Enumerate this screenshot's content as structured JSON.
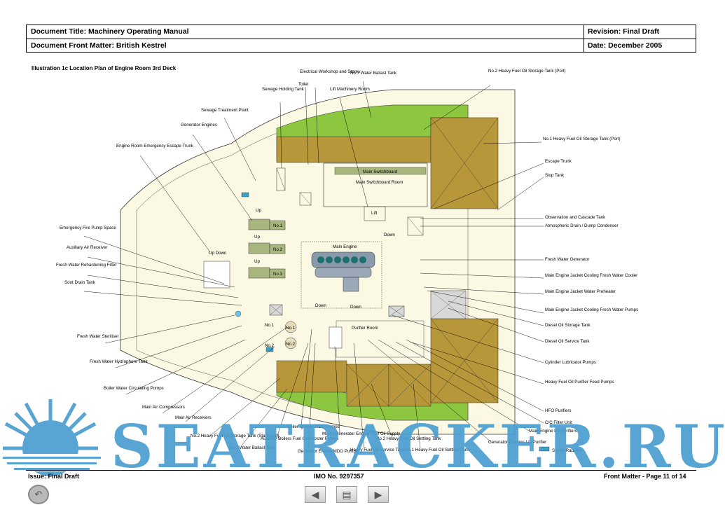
{
  "header": {
    "document_title": "Document Title: Machinery Operating Manual",
    "front_matter": "Document Front Matter: British Kestrel",
    "revision": "Revision: Final Draft",
    "date": "Date: December 2005"
  },
  "illustration_title": "Illustration 1c Location Plan of Engine Room 3rd Deck",
  "plan": {
    "inner_labels": {
      "main_switchboard": "Main Switchboard",
      "main_switchboard_room": "Main Switchboard Room",
      "main_engine": "Main Engine",
      "purifier_room": "Purifier Room",
      "lift": "Lift",
      "gen1": "No.1",
      "gen2": "No.2",
      "gen3": "No.3",
      "no1": "No.1",
      "no2": "No.2",
      "no1_air": "No.1",
      "no2_air": "No.2",
      "up": "Up",
      "down": "Down",
      "up_down": "Up Down"
    },
    "callouts": [
      "Electrical Workshop and Stores",
      "No.7 Water Ballast Tank",
      "No.2 Heavy Fuel Oil Storage Tank (Port)",
      "Toilet",
      "Sewage Holding Tank",
      "Lift Machinery Room",
      "Sewage Treatment Plant",
      "Generator Engines",
      "Engine Room Emergency Escape Trunk",
      "No.1 Heavy Fuel Oil Storage Tank (Port)",
      "Escape Trunk",
      "Slop Tank",
      "Observation and Cascade Tank",
      "Atmospheric Drain / Dump Condenser",
      "Emergency Fire Pump Space",
      "Auxiliary Air Receiver",
      "Fresh Water Rehardening Filter",
      "Soot Drain Tank",
      "Fresh Water Generator",
      "Main Engine Jacket Cooling Fresh Water Cooler",
      "Main Engine Jacket Water Preheater",
      "Main Engine Jacket Cooling Fresh Water Pumps",
      "Diesel Oil Storage Tank",
      "Diesel Oil Service Tank",
      "Fresh Water Steriliser",
      "Fresh Water Hydrophore Tank",
      "Cylinder Lubricator Pumps",
      "Boiler Water Circulating Pumps",
      "Heavy Fuel Oil Purifier Feed Pumps",
      "Main Air Compressors",
      "HFO Purifiers",
      "Main Air Receivers",
      "C/C Filter Unit",
      "Main Engine LO Purifiers",
      "No.2 Heavy Fuel Oil Storage Tank (Starboard)",
      "No.7 Water Ballast Tank",
      "Auxiliary Boilers Fuel Oil Booster Pumps",
      "Boiler Ignition MDO Pumps",
      "Generator Engine MDO Pumps",
      "Main / Generator Engine Fuel Oil Supply",
      "Heavy Fuel Oil Service Tank",
      "No.2 Heavy Fuel Oil Settling Tank",
      "No.1 Heavy Fuel Oil Settling Tank",
      "Generator Engines LO Purifier",
      "Steam Radiator"
    ]
  },
  "watermark": "SEATRACKER.RU",
  "footer": {
    "issue": "Issue: Final Draft",
    "imo": "IMO No. 9297357",
    "page": "Front Matter  -  Page 11 of 14"
  },
  "nav": {
    "prev_icon": "triangle-left-icon",
    "pages_icon": "page-list-icon",
    "next_icon": "triangle-right-icon",
    "back_icon": "back-arrow-icon"
  },
  "colors": {
    "green": "#8dc63f",
    "tank_brown": "#b8963a",
    "cream": "#fbf8e3",
    "genset_green": "#a9b77e",
    "engine_teal": "#1e6f6f",
    "watermark_blue": "#4a9ed0"
  }
}
